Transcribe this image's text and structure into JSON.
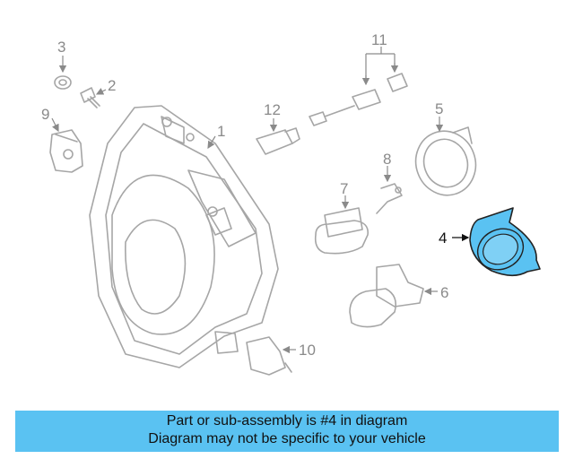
{
  "diagram": {
    "labels": {
      "p1": "1",
      "p2": "2",
      "p3": "3",
      "p4": "4",
      "p5": "5",
      "p6": "6",
      "p7": "7",
      "p8": "8",
      "p9": "9",
      "p10": "10",
      "p11": "11",
      "p12": "12"
    },
    "highlight_color": "#5ac2f2",
    "highlighted_part": "4"
  },
  "banner": {
    "line1": "Part or sub-assembly is #4 in diagram",
    "line2": "Diagram may not be specific to your vehicle",
    "background": "#5ac2f2"
  }
}
